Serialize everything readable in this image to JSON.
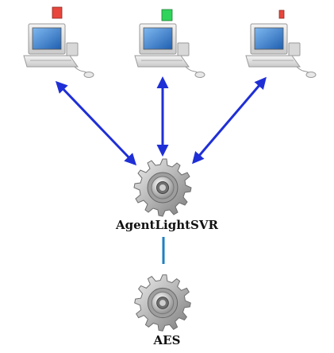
{
  "diagram": {
    "server_label": "AgentLightSVR",
    "aes_label": "AES",
    "workstations": [
      {
        "light_color": "#e8453c"
      },
      {
        "light_color": "#2fd45a"
      },
      {
        "light_color": "#e8453c"
      }
    ],
    "colors": {
      "arrow": "#1f2fd6",
      "link": "#1f7fc2",
      "gear_body": "#b8b8b8",
      "monitor_screen": "#3b7fd4"
    },
    "icons": [
      "computer-icon",
      "gear-icon",
      "arrow",
      "status-light"
    ]
  }
}
